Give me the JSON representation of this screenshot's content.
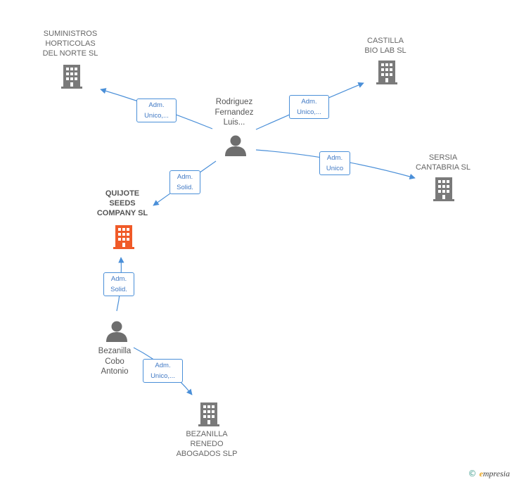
{
  "nodes": {
    "suministros": {
      "label": "SUMINISTROS\nHORTICOLAS\nDEL NORTE  SL"
    },
    "castilla": {
      "label": "CASTILLA\nBIO LAB  SL"
    },
    "sersia": {
      "label": "SERSIA\nCANTABRIA SL"
    },
    "quijote": {
      "label": "QUIJOTE\nSEEDS\nCOMPANY  SL"
    },
    "bezanilla_renedo": {
      "label": "BEZANILLA\nRENEDO\nABOGADOS  SLP"
    },
    "rodriguez": {
      "label": "Rodriguez\nFernandez\nLuis..."
    },
    "bezanilla_cobo": {
      "label": "Bezanilla\nCobo\nAntonio"
    }
  },
  "relations": {
    "r1": {
      "line1": "Adm.",
      "line2": "Unico,..."
    },
    "r2": {
      "line1": "Adm.",
      "line2": "Unico,..."
    },
    "r3": {
      "line1": "Adm.",
      "line2": "Unico"
    },
    "r4": {
      "line1": "Adm.",
      "line2": "Solid."
    },
    "r5": {
      "line1": "Adm.",
      "line2": "Solid."
    },
    "r6": {
      "line1": "Adm.",
      "line2": "Unico,..."
    }
  },
  "brand": {
    "copyright": "©",
    "e_letter": "e",
    "rest": "mpresia"
  },
  "colors": {
    "link": "#4a8fd8",
    "company": "#7a7a7a",
    "main_company": "#f05a28",
    "person": "#6e6e6e"
  }
}
